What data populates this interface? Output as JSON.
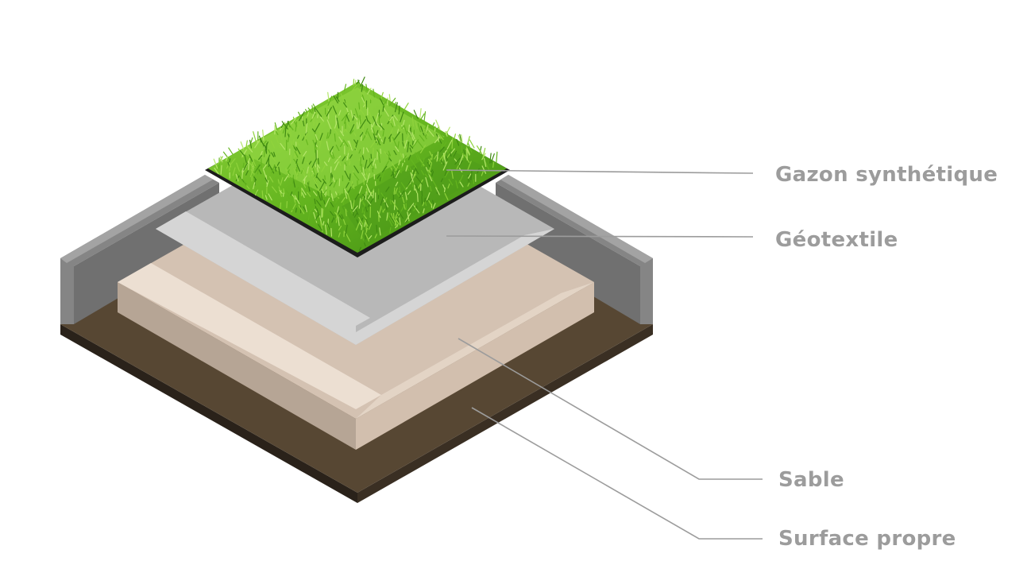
{
  "layers": [
    {
      "id": "gazon",
      "label": "Gazon synthétique"
    },
    {
      "id": "geotextile",
      "label": "Géotextile"
    },
    {
      "id": "sable",
      "label": "Sable"
    },
    {
      "id": "surface",
      "label": "Surface propre"
    }
  ],
  "colors": {
    "soil_top": "#574733",
    "soil_side_dark": "#2a221a",
    "wall": "#858585",
    "wall_top": "#a3a3a3",
    "sand_top": "#d4c2b2",
    "sand_light": "#ecdfd2",
    "sand_side": "#b6a595",
    "geotextile_top": "#b8b8b8",
    "geotextile_light": "#d5d5d5",
    "grass_light": "#8fd33c",
    "grass_mid": "#64b51f",
    "grass_dark": "#3f8a12",
    "leader_line": "#9c9c9c",
    "label_text": "#9c9c9c"
  }
}
